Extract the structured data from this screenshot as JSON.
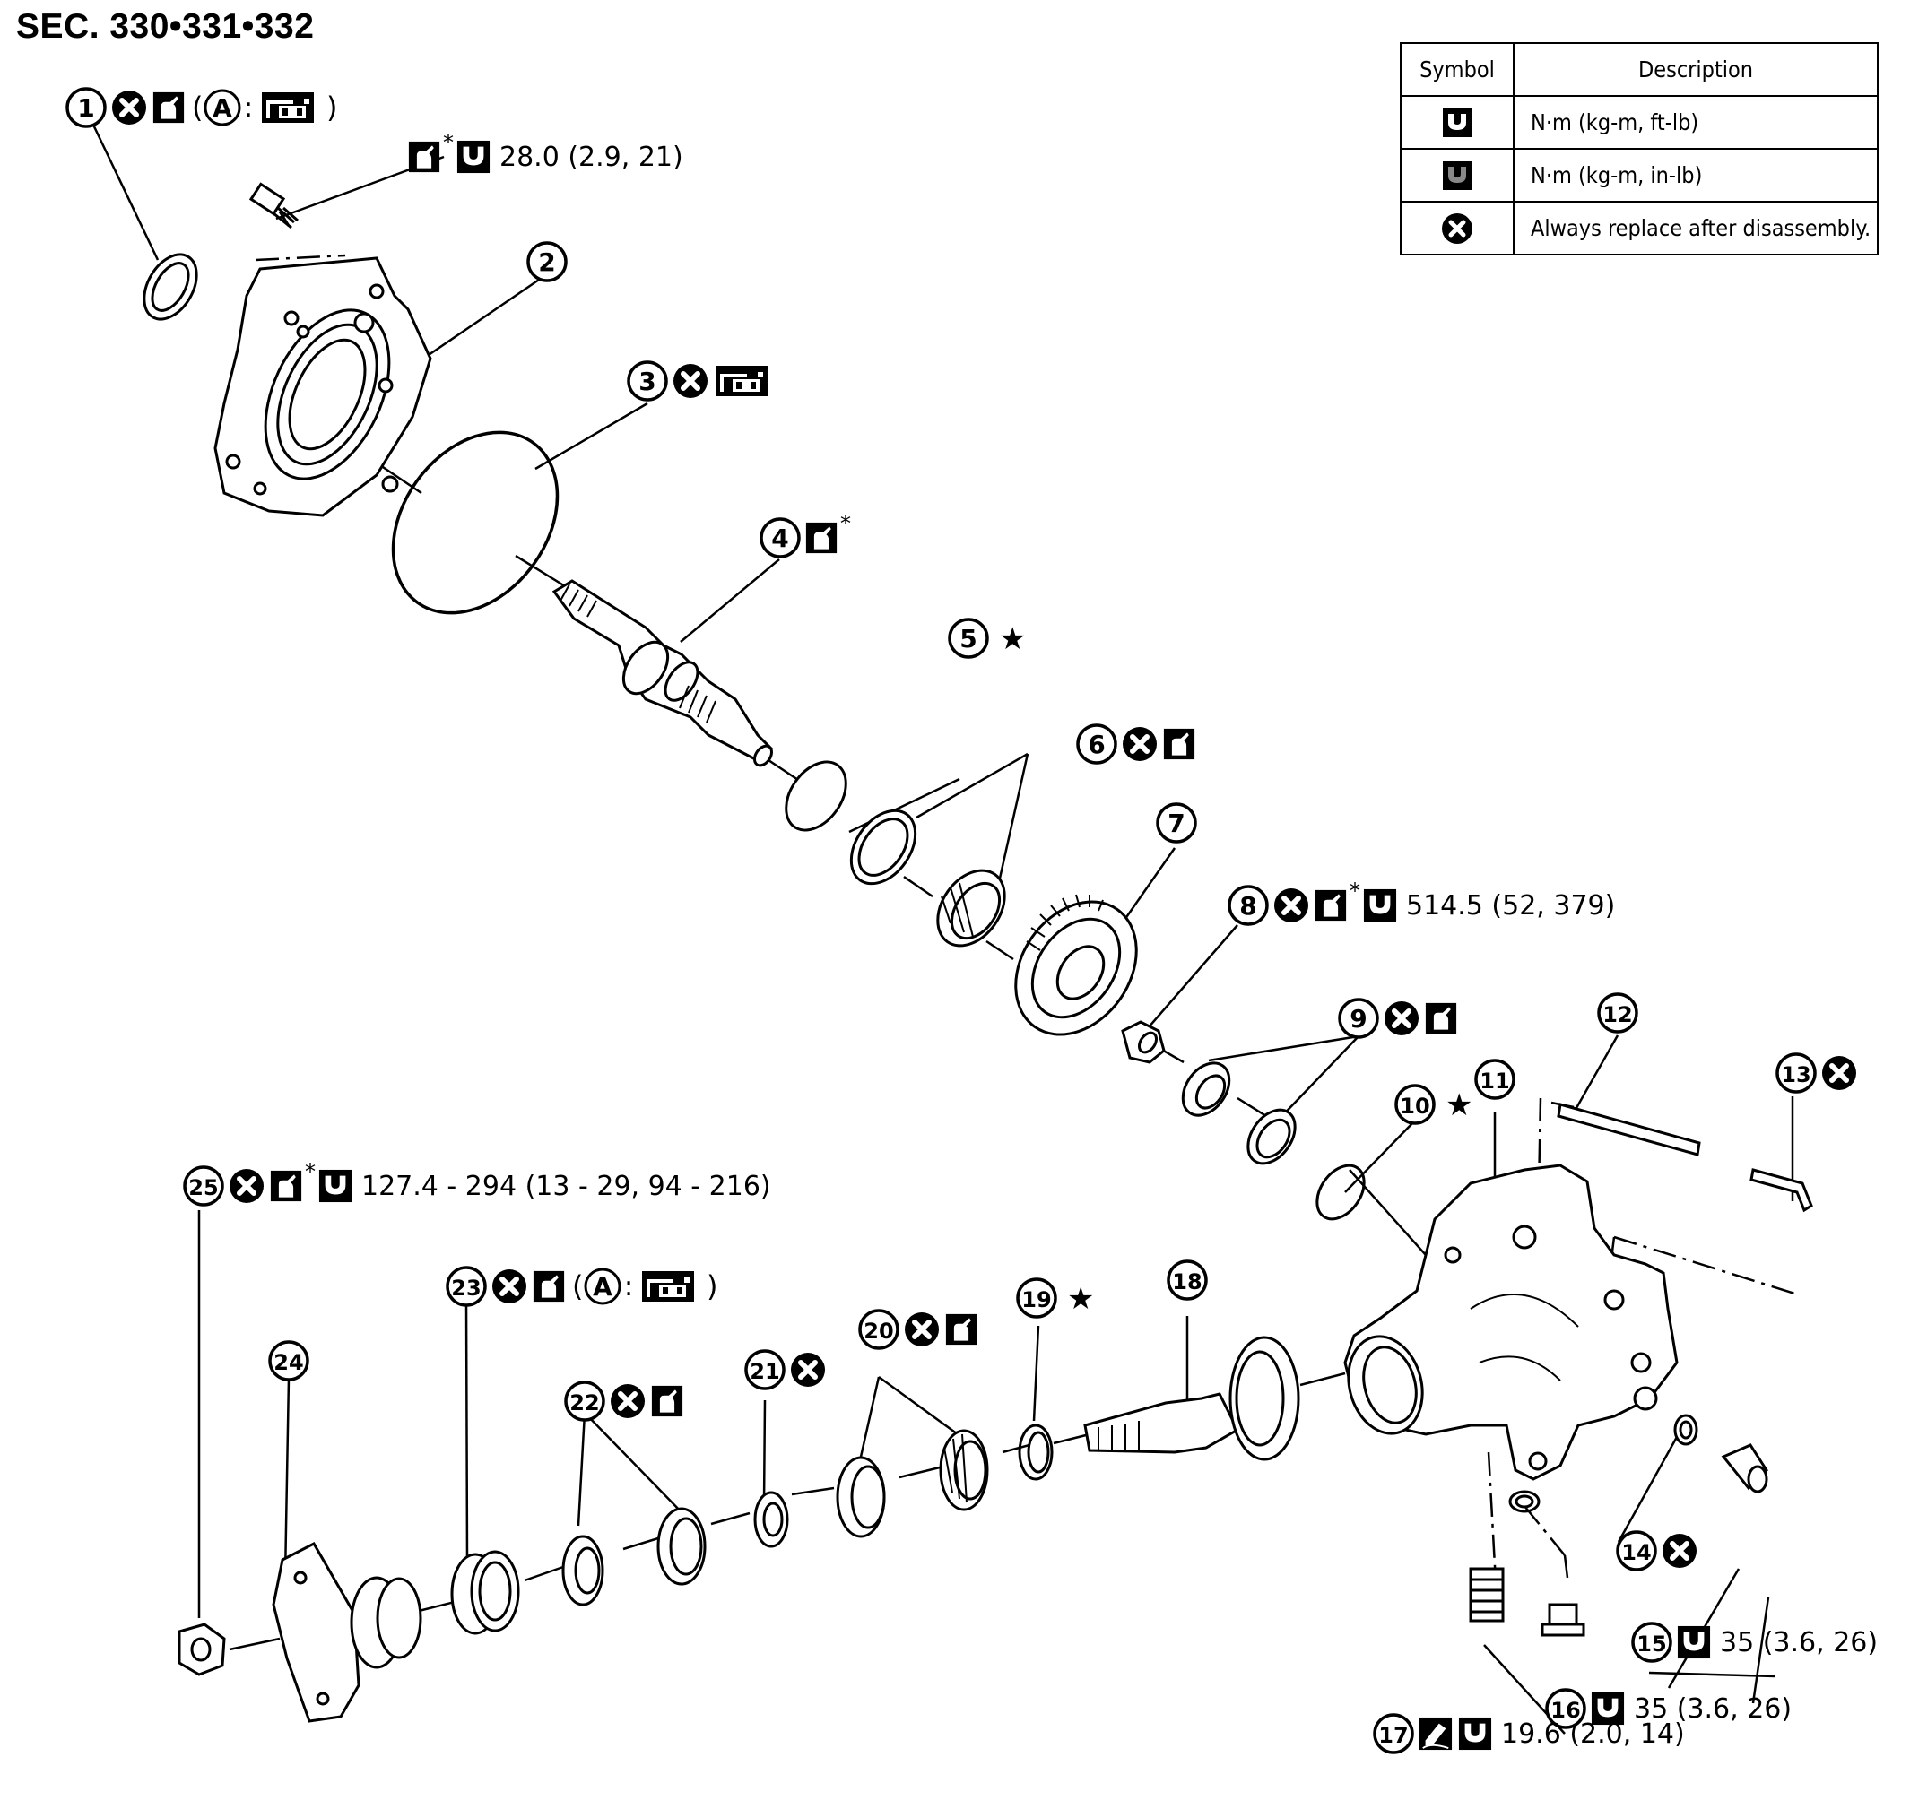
{
  "section_title": "SEC. 330•331•332",
  "legend": {
    "header_symbol": "Symbol",
    "header_description": "Description",
    "rows": [
      {
        "symbol": "torque-wrench-icon",
        "description": "N·m (kg-m, ft-lb)"
      },
      {
        "symbol": "torque-wrench-small-icon",
        "description": "N·m (kg-m, in-lb)"
      },
      {
        "symbol": "always-replace-icon",
        "description": "Always replace after disassembly."
      }
    ]
  },
  "callouts": [
    {
      "num": "1",
      "symbols": [
        "always-replace-icon",
        "oil-can-icon"
      ],
      "note_prefix": "(",
      "note_letter": "A",
      "note_sep": ":",
      "note_suffix": ")"
    },
    {
      "num": "",
      "symbols": [
        "oil-can-icon",
        "torque-wrench-icon"
      ],
      "star": "*",
      "torque": "28.0 (2.9, 21)"
    },
    {
      "num": "2"
    },
    {
      "num": "3",
      "symbols": [
        "always-replace-icon",
        "grease-tool-icon"
      ]
    },
    {
      "num": "4",
      "symbols": [
        "oil-can-icon"
      ],
      "star": "*"
    },
    {
      "num": "5",
      "mark": "★"
    },
    {
      "num": "6",
      "symbols": [
        "always-replace-icon",
        "oil-can-icon"
      ]
    },
    {
      "num": "7"
    },
    {
      "num": "8",
      "symbols": [
        "always-replace-icon",
        "oil-can-icon",
        "torque-wrench-icon"
      ],
      "star": "*",
      "torque": "514.5 (52, 379)"
    },
    {
      "num": "9",
      "symbols": [
        "always-replace-icon",
        "oil-can-icon"
      ]
    },
    {
      "num": "10",
      "mark": "★"
    },
    {
      "num": "11"
    },
    {
      "num": "12"
    },
    {
      "num": "13",
      "symbols": [
        "always-replace-icon"
      ]
    },
    {
      "num": "14",
      "symbols": [
        "always-replace-icon"
      ]
    },
    {
      "num": "15",
      "symbols": [
        "torque-wrench-icon"
      ],
      "torque": "35 (3.6, 26)"
    },
    {
      "num": "16",
      "symbols": [
        "torque-wrench-icon"
      ],
      "torque": "35 (3.6, 26)"
    },
    {
      "num": "17",
      "symbols": [
        "sealant-icon",
        "torque-wrench-icon"
      ],
      "torque": "19.6 (2.0, 14)"
    },
    {
      "num": "18"
    },
    {
      "num": "19",
      "mark": "★"
    },
    {
      "num": "20",
      "symbols": [
        "always-replace-icon",
        "oil-can-icon"
      ]
    },
    {
      "num": "21",
      "symbols": [
        "always-replace-icon"
      ]
    },
    {
      "num": "22",
      "symbols": [
        "always-replace-icon",
        "oil-can-icon"
      ]
    },
    {
      "num": "23",
      "symbols": [
        "always-replace-icon",
        "oil-can-icon"
      ],
      "note_prefix": "(",
      "note_letter": "A",
      "note_sep": ":",
      "note_suffix": ")"
    },
    {
      "num": "24"
    },
    {
      "num": "25",
      "symbols": [
        "always-replace-icon",
        "oil-can-icon",
        "torque-wrench-icon"
      ],
      "star": "*",
      "torque": "127.4 - 294 (13 - 29, 94 - 216)"
    }
  ]
}
